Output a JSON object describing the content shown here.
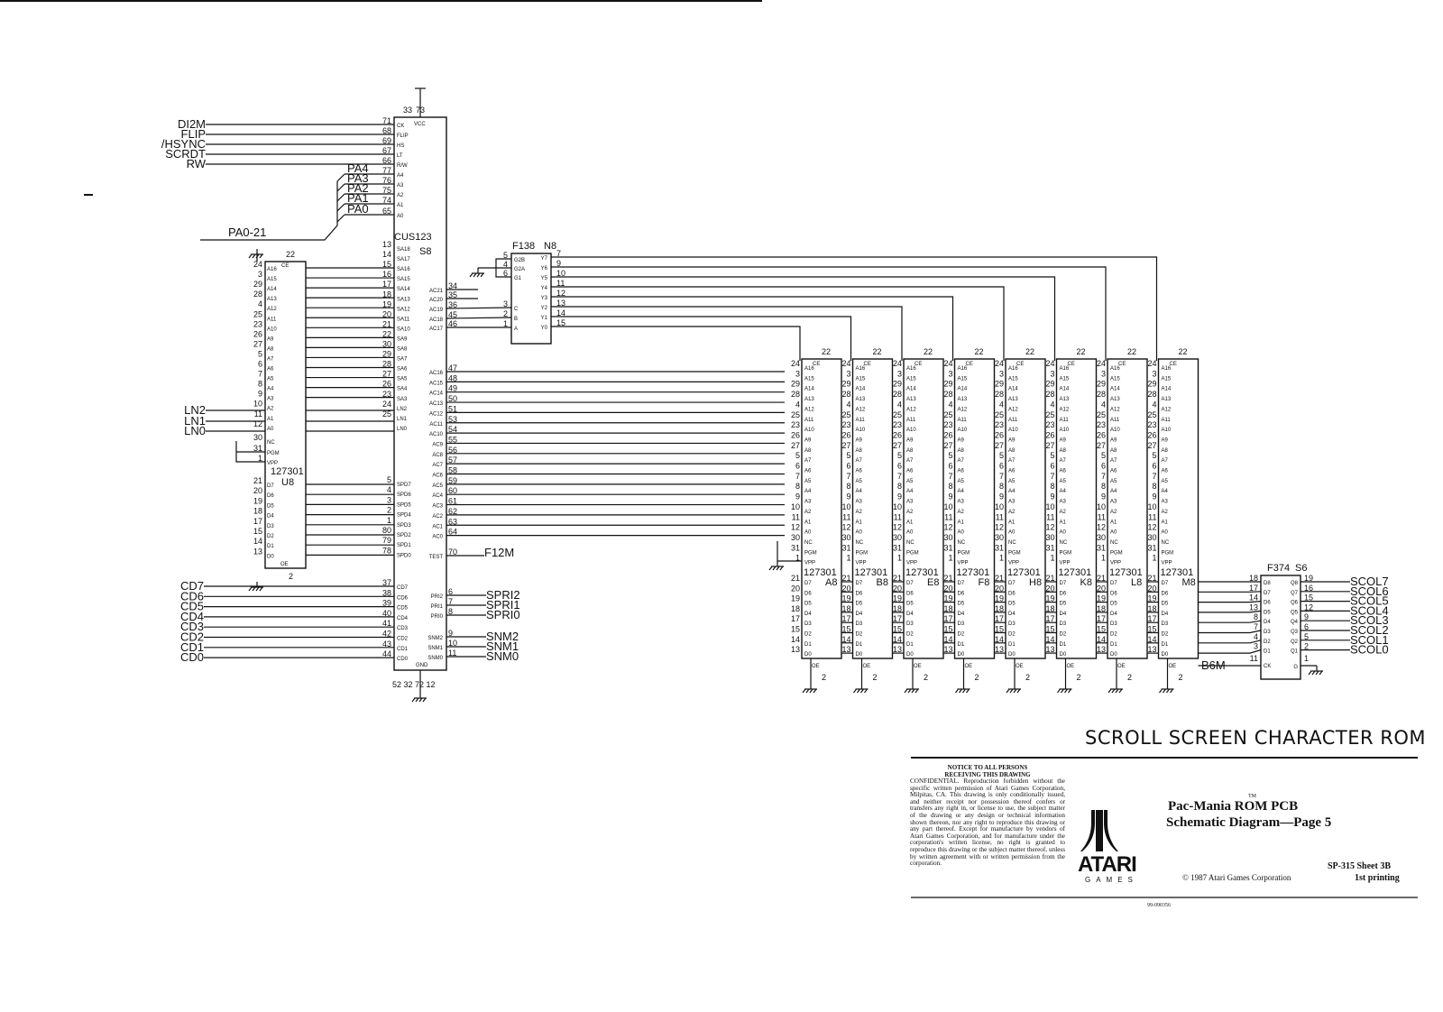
{
  "left_inputs": [
    "DI2M",
    "FLIP",
    "/HSYNC",
    "SCRDT",
    "RW"
  ],
  "left_input_pins": [
    "71",
    "68",
    "69",
    "67",
    "66"
  ],
  "left_input_pin_names": [
    "CK",
    "FLIP",
    "HS",
    "LT",
    "R/W"
  ],
  "pa_signals": [
    "PA4",
    "PA3",
    "PA2",
    "PA1",
    "PA0"
  ],
  "pa_pins": [
    "77",
    "76",
    "75",
    "74",
    "65"
  ],
  "pa_pin_names": [
    "A4",
    "A3",
    "A2",
    "A1",
    "A0"
  ],
  "pa_bus": "PA0-21",
  "cus123": {
    "name": "CUS123",
    "ref": "S8",
    "vcc_pins": [
      "33",
      "73"
    ],
    "vcc_label": "VCC",
    "gnd_pins": "52 32 72 12",
    "gnd_label": "GND",
    "sa_pins": [
      "13",
      "14",
      "15",
      "16",
      "17",
      "18",
      "19",
      "20",
      "21",
      "22",
      "30",
      "29",
      "28",
      "27",
      "26",
      "23",
      "24",
      "25"
    ],
    "sa_names": [
      "SA18",
      "SA17",
      "SA16",
      "SA15",
      "SA14",
      "SA13",
      "SA12",
      "SA11",
      "SA10",
      "SA9",
      "SA8",
      "SA7",
      "SA6",
      "SA5",
      "SA4",
      "SA3",
      "LN2",
      "LN1",
      "LN0"
    ],
    "spd_pins": [
      "5",
      "4",
      "3",
      "2",
      "1",
      "80",
      "79",
      "78"
    ],
    "spd_names": [
      "SPD7",
      "SPD6",
      "SPD5",
      "SPD4",
      "SPD3",
      "SPD2",
      "SPD1",
      "SPD0"
    ],
    "cd_pins": [
      "37",
      "38",
      "39",
      "40",
      "41",
      "42",
      "43",
      "44"
    ],
    "cd_names": [
      "CD7",
      "CD6",
      "CD5",
      "CD4",
      "CD3",
      "CD2",
      "CD1",
      "CD0"
    ],
    "ac_hi_pins": [
      "34",
      "35",
      "36",
      "45",
      "46"
    ],
    "ac_hi_names": [
      "AC21",
      "AC20",
      "AC19",
      "AC18",
      "AC17"
    ],
    "ac_pins": [
      "47",
      "48",
      "49",
      "50",
      "51",
      "53",
      "54",
      "55",
      "56",
      "57",
      "58",
      "59",
      "60",
      "61",
      "62",
      "63",
      "64"
    ],
    "ac_names": [
      "AC16",
      "AC15",
      "AC14",
      "AC13",
      "AC12",
      "AC11",
      "AC10",
      "AC9",
      "AC8",
      "AC7",
      "AC6",
      "AC5",
      "AC4",
      "AC3",
      "AC2",
      "AC1",
      "AC0"
    ],
    "test_pin": "70",
    "test_name": "TEST",
    "test_signal": "F12M",
    "pri_pins": [
      "6",
      "7",
      "8"
    ],
    "pri_names": [
      "PRI2",
      "PRI1",
      "PRI0"
    ],
    "pri_signals": [
      "SPRI2",
      "SPRI1",
      "SPRI0"
    ],
    "snm_pins": [
      "9",
      "10",
      "11"
    ],
    "snm_names": [
      "SNM2",
      "SNM1",
      "SNM0"
    ],
    "snm_signals": [
      "SNM2",
      "SNM1",
      "SNM0"
    ]
  },
  "cd_signals": [
    "CD7",
    "CD6",
    "CD5",
    "CD4",
    "CD3",
    "CD2",
    "CD1",
    "CD0"
  ],
  "ln_signals": [
    "LN2",
    "LN1",
    "LN0"
  ],
  "rom_u8": {
    "type": "127301",
    "ref": "U8",
    "ce_pin": "22",
    "oe_pin": "2",
    "addr_pins": [
      "24",
      "3",
      "29",
      "28",
      "4",
      "25",
      "23",
      "26",
      "27",
      "5",
      "6",
      "7",
      "8",
      "9",
      "10",
      "11",
      "12"
    ],
    "addr_names": [
      "A16",
      "A15",
      "A14",
      "A13",
      "A12",
      "A11",
      "A10",
      "A9",
      "A8",
      "A7",
      "A6",
      "A5",
      "A4",
      "A3",
      "A2",
      "A1",
      "A0"
    ],
    "ctrl_pins": [
      "30",
      "31",
      "1"
    ],
    "ctrl_names": [
      "NC",
      "PGM",
      "VPP"
    ],
    "data_pins": [
      "21",
      "20",
      "19",
      "18",
      "17",
      "15",
      "14",
      "13"
    ],
    "data_names": [
      "D7",
      "D6",
      "D5",
      "D4",
      "D3",
      "D2",
      "D1",
      "D0"
    ],
    "ce_label": "CE",
    "oe_label": "OE"
  },
  "decoder": {
    "name": "F138",
    "ref": "N8",
    "in_pins": [
      "5",
      "4",
      "6",
      "3",
      "2",
      "1"
    ],
    "in_names": [
      "G2B",
      "G2A",
      "G1",
      "C",
      "B",
      "A"
    ],
    "out_pins": [
      "7",
      "9",
      "10",
      "11",
      "12",
      "13",
      "14",
      "15"
    ],
    "out_names": [
      "Y7",
      "Y6",
      "Y5",
      "Y4",
      "Y3",
      "Y2",
      "Y1",
      "Y0"
    ]
  },
  "roms": [
    {
      "type": "127301",
      "ref": "A8"
    },
    {
      "type": "127301",
      "ref": "B8"
    },
    {
      "type": "127301",
      "ref": "E8"
    },
    {
      "type": "127301",
      "ref": "F8"
    },
    {
      "type": "127301",
      "ref": "H8"
    },
    {
      "type": "127301",
      "ref": "K8"
    },
    {
      "type": "127301",
      "ref": "L8"
    },
    {
      "type": "127301",
      "ref": "M8"
    }
  ],
  "latch": {
    "name": "F374",
    "ref": "S6",
    "d_pins": [
      "18",
      "17",
      "14",
      "13",
      "8",
      "7",
      "4",
      "3"
    ],
    "d_names": [
      "D8",
      "D7",
      "D6",
      "D5",
      "D4",
      "D3",
      "D2",
      "D1"
    ],
    "q_pins": [
      "19",
      "16",
      "15",
      "12",
      "9",
      "6",
      "5",
      "2"
    ],
    "q_names": [
      "Q8",
      "Q7",
      "Q6",
      "Q5",
      "Q4",
      "Q3",
      "Q2",
      "Q1"
    ],
    "ck_pin": "11",
    "ck_name": "CK",
    "g_pin": "1",
    "g_name": "G",
    "clock_signal": "B6M"
  },
  "scol_signals": [
    "SCOL7",
    "SCOL6",
    "SCOL5",
    "SCOL4",
    "SCOL3",
    "SCOL2",
    "SCOL1",
    "SCOL0"
  ],
  "section_title": "SCROLL SCREEN CHARACTER ROM",
  "notice": {
    "heading_1": "NOTICE TO ALL PERSONS",
    "heading_2": "RECEIVING THIS DRAWING",
    "body": "CONFIDENTIAL. Reproduction forbidden without the specific written permission of Atari Games Corporation, Milpitas, CA. This drawing is only conditionally issued, and neither receipt nor possession thereof confers or transfers any right in, or license to use, the subject matter of the drawing or any design or technical information shown thereon, nor any right to reproduce this drawing or any part thereof. Except for manufacture by vendors of Atari Games Corporation, and for manufacture under the corporation's written license, no right is granted to reproduce this drawing or the subject matter thereof, unless by written agreement with or written permission from the corporation."
  },
  "logo": {
    "word": "ATARI",
    "sub": "GAMES",
    "icon": "atari-fuji-logo"
  },
  "title_block": {
    "product": "Pac-Mania",
    "tm": "TM",
    "title_1_rest": "ROM PCB",
    "title_2": "Schematic Diagram—Page 5",
    "copyright": "© 1987 Atari Games Corporation",
    "sheet": "SP-315   Sheet 3B",
    "printing": "1st printing",
    "drawing_no": "99-090356"
  }
}
